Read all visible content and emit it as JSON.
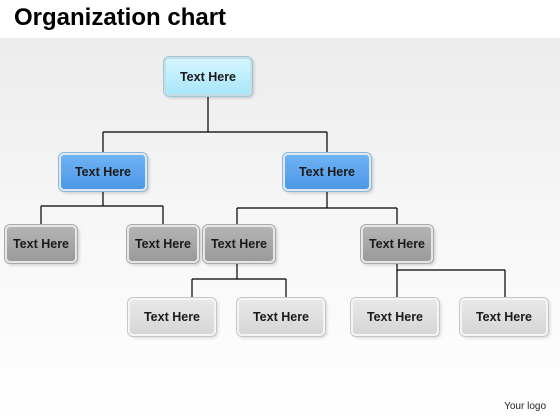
{
  "slide": {
    "title": "Organization chart",
    "logo_text": "Your logo"
  },
  "colors": {
    "level0_fill": "#bdeefc",
    "level1_fill": "#5fa6ee",
    "level2_fill": "#a6a6a6",
    "level3_fill": "#dcdcdc",
    "connector": "#000000"
  },
  "org_chart": {
    "root": {
      "label": "Text Here",
      "children": [
        {
          "label": "Text Here",
          "children": [
            {
              "label": "Text Here",
              "children": []
            },
            {
              "label": "Text Here",
              "children": []
            }
          ]
        },
        {
          "label": "Text Here",
          "children": [
            {
              "label": "Text Here",
              "children": [
                {
                  "label": "Text Here"
                },
                {
                  "label": "Text Here"
                }
              ]
            },
            {
              "label": "Text Here",
              "children": [
                {
                  "label": "Text Here"
                },
                {
                  "label": "Text Here"
                }
              ]
            }
          ]
        }
      ]
    }
  }
}
